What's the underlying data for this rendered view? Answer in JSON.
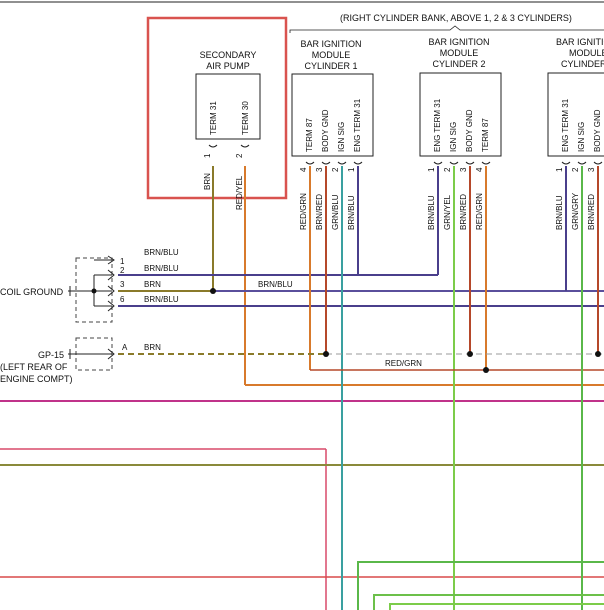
{
  "header": {
    "bank_label": "(RIGHT CYLINDER BANK, ABOVE 1, 2 & 3 CYLINDERS)"
  },
  "components": {
    "air_pump": {
      "title_line1": "SECONDARY",
      "title_line2": "AIR PUMP",
      "term_a": "TERM 31",
      "term_b": "TERM 30",
      "pin_a": "1",
      "pin_b": "2",
      "wire_a": "BRN",
      "wire_b": "RED/YEL"
    },
    "module1": {
      "title_line1": "BAR IGNITION",
      "title_line2": "MODULE",
      "title_line3": "CYLINDER 1",
      "terms": [
        "TERM 87",
        "BODY GND",
        "IGN SIG",
        "ENG TERM 31"
      ],
      "pins": [
        "4",
        "3",
        "2",
        "1"
      ],
      "wires": [
        "RED/GRN",
        "BRN/RED",
        "GRN/BLU",
        "BRN/BLU"
      ]
    },
    "module2": {
      "title_line1": "BAR IGNITION",
      "title_line2": "MODULE",
      "title_line3": "CYLINDER 2",
      "terms": [
        "ENG TERM 31",
        "IGN SIG",
        "BODY GND",
        "TERM 87"
      ],
      "pins": [
        "1",
        "2",
        "3",
        "4"
      ],
      "wires": [
        "BRN/BLU",
        "GRN/YEL",
        "BRN/RED",
        "RED/GRN"
      ]
    },
    "module3": {
      "title_line1": "BAR IGNITION",
      "title_line2": "MODULE",
      "title_line3": "CYLINDER",
      "terms": [
        "ENG TERM 31",
        "IGN SIG",
        "BODY GND"
      ],
      "pins": [
        "1",
        "2",
        "3"
      ],
      "wires": [
        "BRN/BLU",
        "GRN/GRY",
        "BRN/RED"
      ]
    }
  },
  "coil_ground": {
    "label": "COIL GROUND",
    "pins": [
      "1",
      "2",
      "3",
      "6"
    ],
    "wires": [
      "BRN/BLU",
      "BRN/BLU",
      "BRN",
      "BRN/BLU"
    ],
    "splice_wire": "BRN/BLU"
  },
  "gp15": {
    "label": "GP-15",
    "location_line1": "(LEFT REAR OF",
    "location_line2": "ENGINE COMPT)",
    "pin": "A",
    "wire": "BRN"
  },
  "bus": {
    "red_grn_label": "RED/GRN"
  },
  "colors": {
    "highlight": "#d9534f",
    "brn": "#8a7a2a",
    "brn_blu": "#4a3f8c",
    "red_grn": "#d87a2c",
    "brn_red": "#b5482a",
    "grn": "#6cc04a",
    "magenta": "#c0338a",
    "olive": "#8a8a3a"
  }
}
